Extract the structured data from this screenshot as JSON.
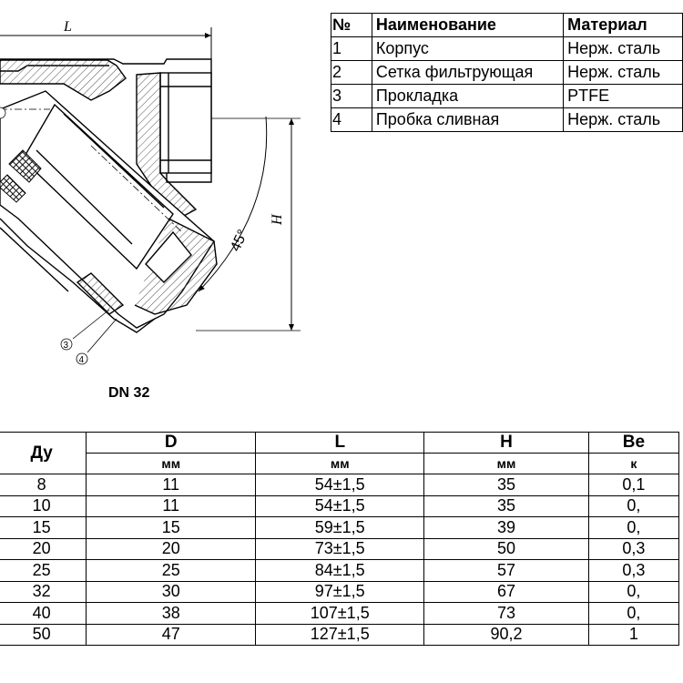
{
  "drawing": {
    "dim_L": "L",
    "dim_H": "H",
    "angle": "45°",
    "callouts": [
      "3",
      "4"
    ],
    "caption": "DN 32"
  },
  "materials": {
    "headers": [
      "№",
      "Наименование",
      "Материал"
    ],
    "rows": [
      [
        "1",
        "Корпус",
        "Нерж. сталь"
      ],
      [
        "2",
        "Сетка фильтрующая",
        "Нерж. сталь"
      ],
      [
        "3",
        "Прокладка",
        "PTFE"
      ],
      [
        "4",
        "Пробка сливная",
        "Нерж. сталь"
      ]
    ]
  },
  "dimensions": {
    "headers": [
      "Ду",
      "D",
      "L",
      "H",
      "Ве"
    ],
    "units": [
      "мм",
      "мм",
      "мм",
      "к"
    ],
    "rows": [
      [
        "8",
        "11",
        "54±1,5",
        "35",
        "0,1"
      ],
      [
        "10",
        "11",
        "54±1,5",
        "35",
        "0,"
      ],
      [
        "15",
        "15",
        "59±1,5",
        "39",
        "0,"
      ],
      [
        "20",
        "20",
        "73±1,5",
        "50",
        "0,3"
      ],
      [
        "25",
        "25",
        "84±1,5",
        "57",
        "0,3"
      ],
      [
        "32",
        "30",
        "97±1,5",
        "67",
        "0,"
      ],
      [
        "40",
        "38",
        "107±1,5",
        "73",
        "0,"
      ],
      [
        "50",
        "47",
        "127±1,5",
        "90,2",
        "1"
      ]
    ]
  }
}
